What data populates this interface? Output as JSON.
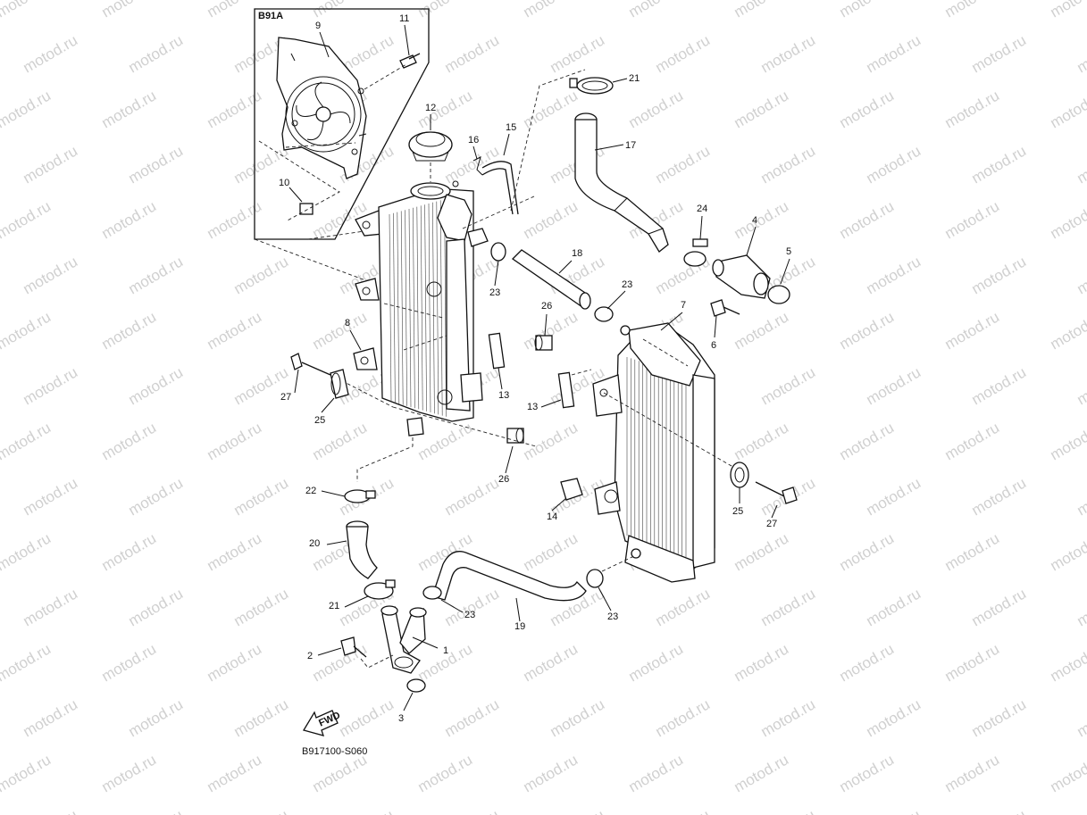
{
  "diagram": {
    "code": "B917100-S060",
    "inset_label": "B91A",
    "direction_label": "FWD",
    "watermark": "motod.ru",
    "parts": [
      {
        "id": "p1",
        "number": "1"
      },
      {
        "id": "p2",
        "number": "2"
      },
      {
        "id": "p3",
        "number": "3"
      },
      {
        "id": "p4",
        "number": "4"
      },
      {
        "id": "p5",
        "number": "5"
      },
      {
        "id": "p6",
        "number": "6"
      },
      {
        "id": "p7",
        "number": "7"
      },
      {
        "id": "p8",
        "number": "8"
      },
      {
        "id": "p9",
        "number": "9"
      },
      {
        "id": "p10",
        "number": "10"
      },
      {
        "id": "p11",
        "number": "11"
      },
      {
        "id": "p12",
        "number": "12"
      },
      {
        "id": "p13a",
        "number": "13"
      },
      {
        "id": "p13b",
        "number": "13"
      },
      {
        "id": "p14",
        "number": "14"
      },
      {
        "id": "p15",
        "number": "15"
      },
      {
        "id": "p16",
        "number": "16"
      },
      {
        "id": "p17",
        "number": "17"
      },
      {
        "id": "p18",
        "number": "18"
      },
      {
        "id": "p19",
        "number": "19"
      },
      {
        "id": "p20",
        "number": "20"
      },
      {
        "id": "p21a",
        "number": "21"
      },
      {
        "id": "p21b",
        "number": "21"
      },
      {
        "id": "p22",
        "number": "22"
      },
      {
        "id": "p23a",
        "number": "23"
      },
      {
        "id": "p23b",
        "number": "23"
      },
      {
        "id": "p23c",
        "number": "23"
      },
      {
        "id": "p23d",
        "number": "23"
      },
      {
        "id": "p24",
        "number": "24"
      },
      {
        "id": "p25a",
        "number": "25"
      },
      {
        "id": "p25b",
        "number": "25"
      },
      {
        "id": "p26a",
        "number": "26"
      },
      {
        "id": "p26b",
        "number": "26"
      },
      {
        "id": "p27a",
        "number": "27"
      },
      {
        "id": "p27b",
        "number": "27"
      }
    ]
  }
}
